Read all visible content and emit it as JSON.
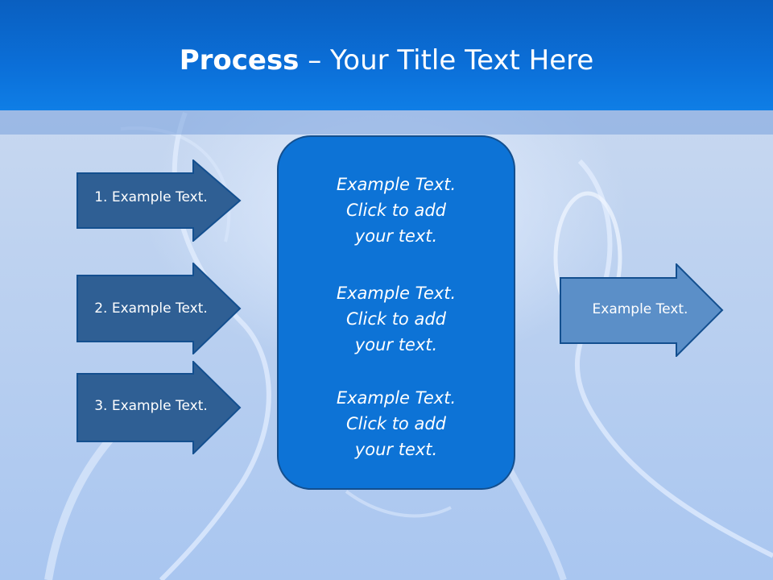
{
  "header": {
    "title_bold": "Process",
    "title_rest": " – Your Title Text Here"
  },
  "left_arrows": [
    {
      "label": "1. Example Text."
    },
    {
      "label": "2. Example Text."
    },
    {
      "label": "3. Example Text."
    }
  ],
  "center_box": {
    "blocks": [
      {
        "lines": [
          "Example Text.",
          "Click  to add",
          "your text."
        ]
      },
      {
        "lines": [
          "Example Text.",
          "Click  to add",
          "your text."
        ]
      },
      {
        "lines": [
          "Example Text.",
          "Click  to add",
          "your text."
        ]
      }
    ]
  },
  "right_arrow": {
    "label": "Example Text."
  },
  "colors": {
    "header": "#0b6fd8",
    "left_arrow_fill": "#2f5f94",
    "right_arrow_fill": "#5b8fc8",
    "center_box_fill": "#0d73d6",
    "outline": "#134f8f"
  }
}
